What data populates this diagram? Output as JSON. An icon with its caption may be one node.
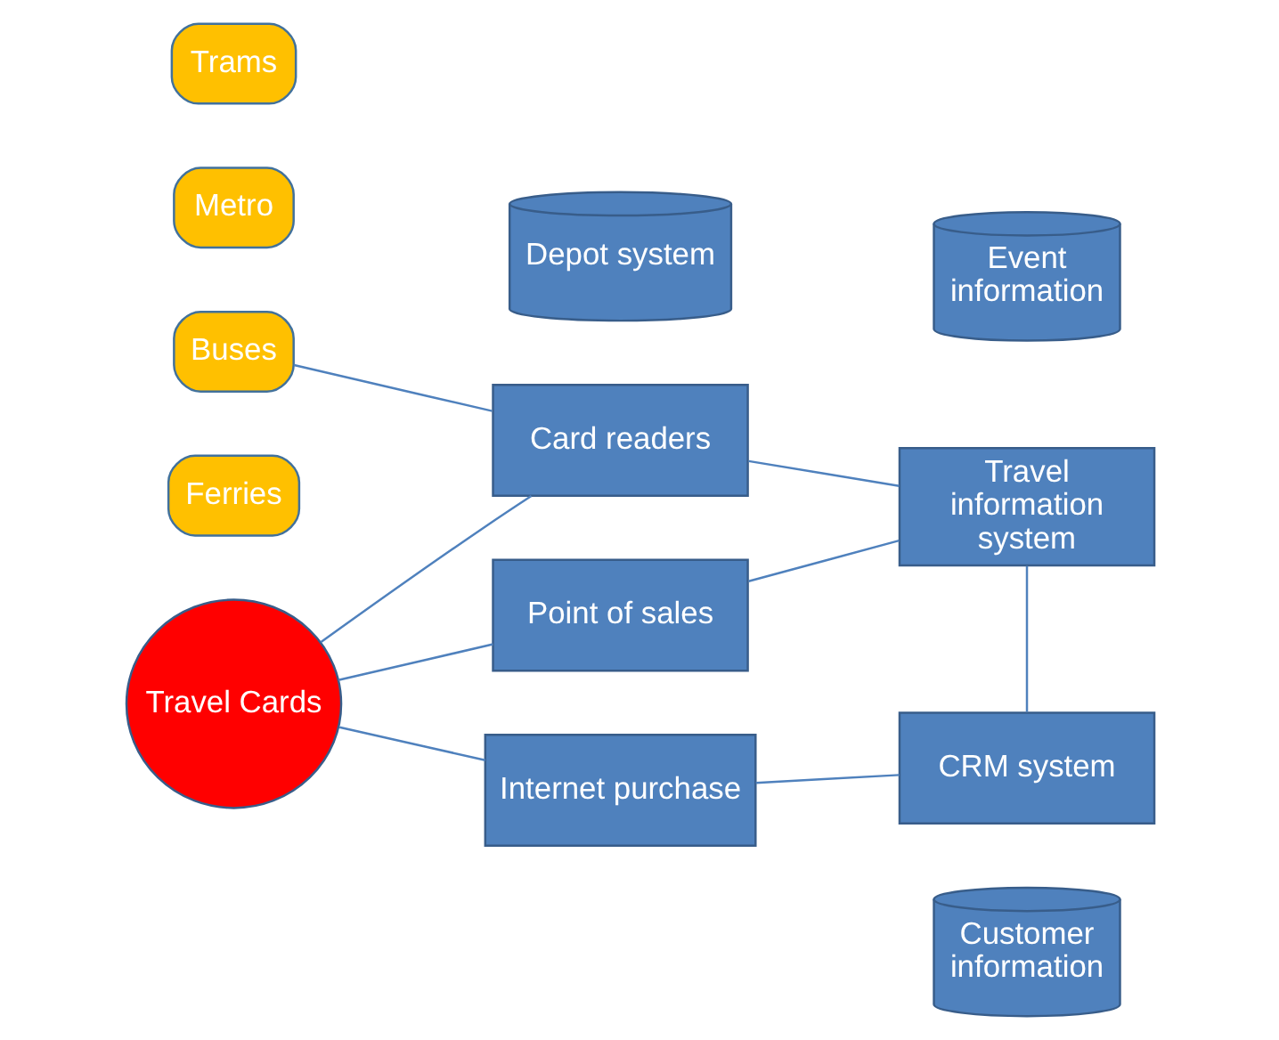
{
  "diagram": {
    "nodes": [
      {
        "text": [
          "Trams"
        ]
      },
      {
        "text": [
          "Metro"
        ]
      },
      {
        "text": [
          "Buses"
        ]
      },
      {
        "text": [
          "Ferries"
        ]
      },
      {
        "text": [
          "Card readers"
        ]
      },
      {
        "text": [
          "Depot system"
        ]
      },
      {
        "text": [
          "Event information"
        ]
      },
      {
        "text": [
          "Travel information system"
        ]
      },
      {
        "text": [
          "Travel Cards"
        ]
      },
      {
        "text": [
          "Point of sales"
        ]
      },
      {
        "text": [
          "CRM system"
        ]
      },
      {
        "text": [
          "Internet purchase"
        ]
      },
      {
        "text": [
          "Customer information"
        ]
      }
    ],
    "edges": [
      {
        "from": 2,
        "to": 4,
        "arrow": "none"
      },
      {
        "from": 8,
        "to": 4,
        "arrow": "none"
      },
      {
        "from": 8,
        "to": 9,
        "arrow": "none"
      },
      {
        "from": 8,
        "to": 11,
        "arrow": "none"
      },
      {
        "from": 4,
        "to": 7,
        "arrow": "none"
      },
      {
        "from": 9,
        "to": 7,
        "arrow": "none"
      },
      {
        "from": 7,
        "to": 10,
        "arrow": "none"
      },
      {
        "from": 11,
        "to": 10,
        "arrow": "none"
      }
    ]
  }
}
